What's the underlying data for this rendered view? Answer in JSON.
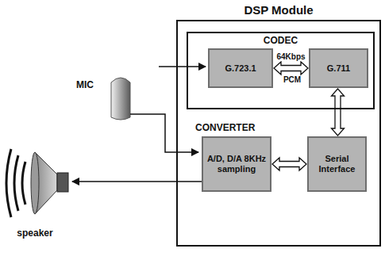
{
  "diagram": {
    "nodes": [
      {
        "text": [
          "DSP Module"
        ]
      },
      {
        "text": [
          "CODEC"
        ],
        "in": 0
      },
      {
        "text": [
          "G.723.1"
        ],
        "in": 1
      },
      {
        "text": [
          "G.711"
        ],
        "in": 1
      },
      {
        "text": [
          "CONVERTER",
          "A/D, D/A 8KHz sampling"
        ],
        "in": 0
      },
      {
        "text": [
          "Serial Interface"
        ],
        "in": 0
      }
    ],
    "edges": [
      {
        "from": 2,
        "to": 3,
        "arrow": "both",
        "label": "64Kbps"
      },
      {
        "from": 3,
        "to": 5,
        "arrow": "both"
      },
      {
        "from": 4,
        "to": 5,
        "arrow": "both"
      }
    ],
    "labels": [
      "PCM",
      "MIC",
      "speaker"
    ]
  }
}
